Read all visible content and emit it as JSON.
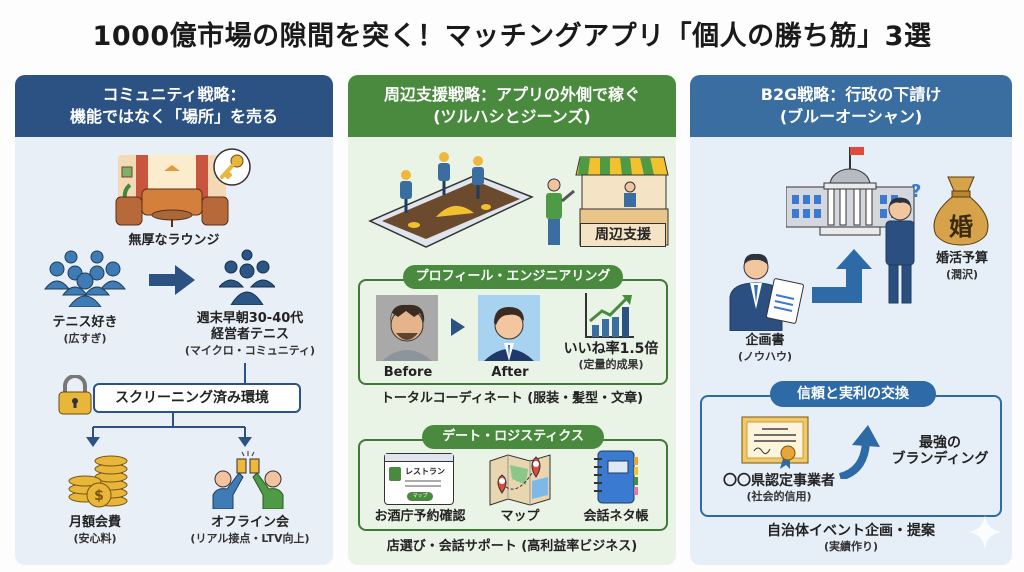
{
  "title": "1000億市場の隙間を突く！マッチングアプリ「個人の勝ち筋」3選",
  "colors": {
    "panel1_header": "#2b5283",
    "panel2_header": "#4a8a3e",
    "panel3_header": "#3a6ea0",
    "accent_gold": "#e8b73a"
  },
  "panel1": {
    "header_line1": "コミュニティ戦略：",
    "header_line2": "機能ではなく「場所」を売る",
    "lounge_label": "無厚なラウンジ",
    "broad_label": "テニス好き",
    "broad_sub": "(広すぎ)",
    "niche_line1": "週末早朝30-40代",
    "niche_line2": "経営者テニス",
    "niche_sub": "(マイクロ・コミュニティ)",
    "screening_label": "スクリーニング済み環境",
    "fee_label": "月額会費",
    "fee_sub": "(安心料)",
    "offline_label": "オフライン会",
    "offline_sub": "(リアル接点・LTV向上)",
    "icons": [
      "lounge-icon",
      "key-icon",
      "crowd-icon",
      "arrow-right-icon",
      "small-group-icon",
      "lock-icon",
      "coins-icon",
      "toast-icon"
    ]
  },
  "panel2": {
    "header_line1": "周辺支援戦略：アプリの外側で稼ぐ",
    "header_line2": "(ツルハシとジーンズ)",
    "shop_sign": "周辺支援",
    "profile_pill": "プロフィール・エンジニアリング",
    "before_label": "Before",
    "after_label": "After",
    "likes_label": "いいね率1.5倍",
    "likes_sub": "(定量的成果)",
    "profile_caption": "トータルコーディネート (服装・髪型・文章)",
    "date_pill": "デート・ロジスティクス",
    "restaurant_screen_title": "レストラン",
    "restaurant_screen_button": "マップ",
    "reservation_label": "お酒庁予約確認",
    "map_label": "マップ",
    "notebook_label": "会話ネタ帳",
    "date_caption": "店選び・会話サポート (高利益率ビジネス)",
    "icons": [
      "phone-mine-icon",
      "shop-icon",
      "before-face-icon",
      "after-face-icon",
      "chart-up-icon",
      "browser-icon",
      "map-icon",
      "notebook-icon"
    ]
  },
  "panel3": {
    "header_line1": "B2G戦略：行政の下請け",
    "header_line2": "(ブルーオーシャン)",
    "bag_char": "婚",
    "budget_label": "婚活予算",
    "budget_sub": "(潤沢)",
    "plan_label": "企画書",
    "plan_sub": "(ノウハウ)",
    "exchange_pill": "信頼と実利の交換",
    "cert_label": "〇〇県認定事業者",
    "cert_sub": "(社会的信用)",
    "brand_line1": "最強の",
    "brand_line2": "ブランディング",
    "event_label": "自治体イベント企画・提案",
    "event_sub": "(実績作り)",
    "question_mark": "?",
    "icons": [
      "government-building-icon",
      "official-icon",
      "money-bag-icon",
      "businessman-icon",
      "arrow-up-icon",
      "certificate-icon",
      "curved-arrow-icon"
    ]
  }
}
